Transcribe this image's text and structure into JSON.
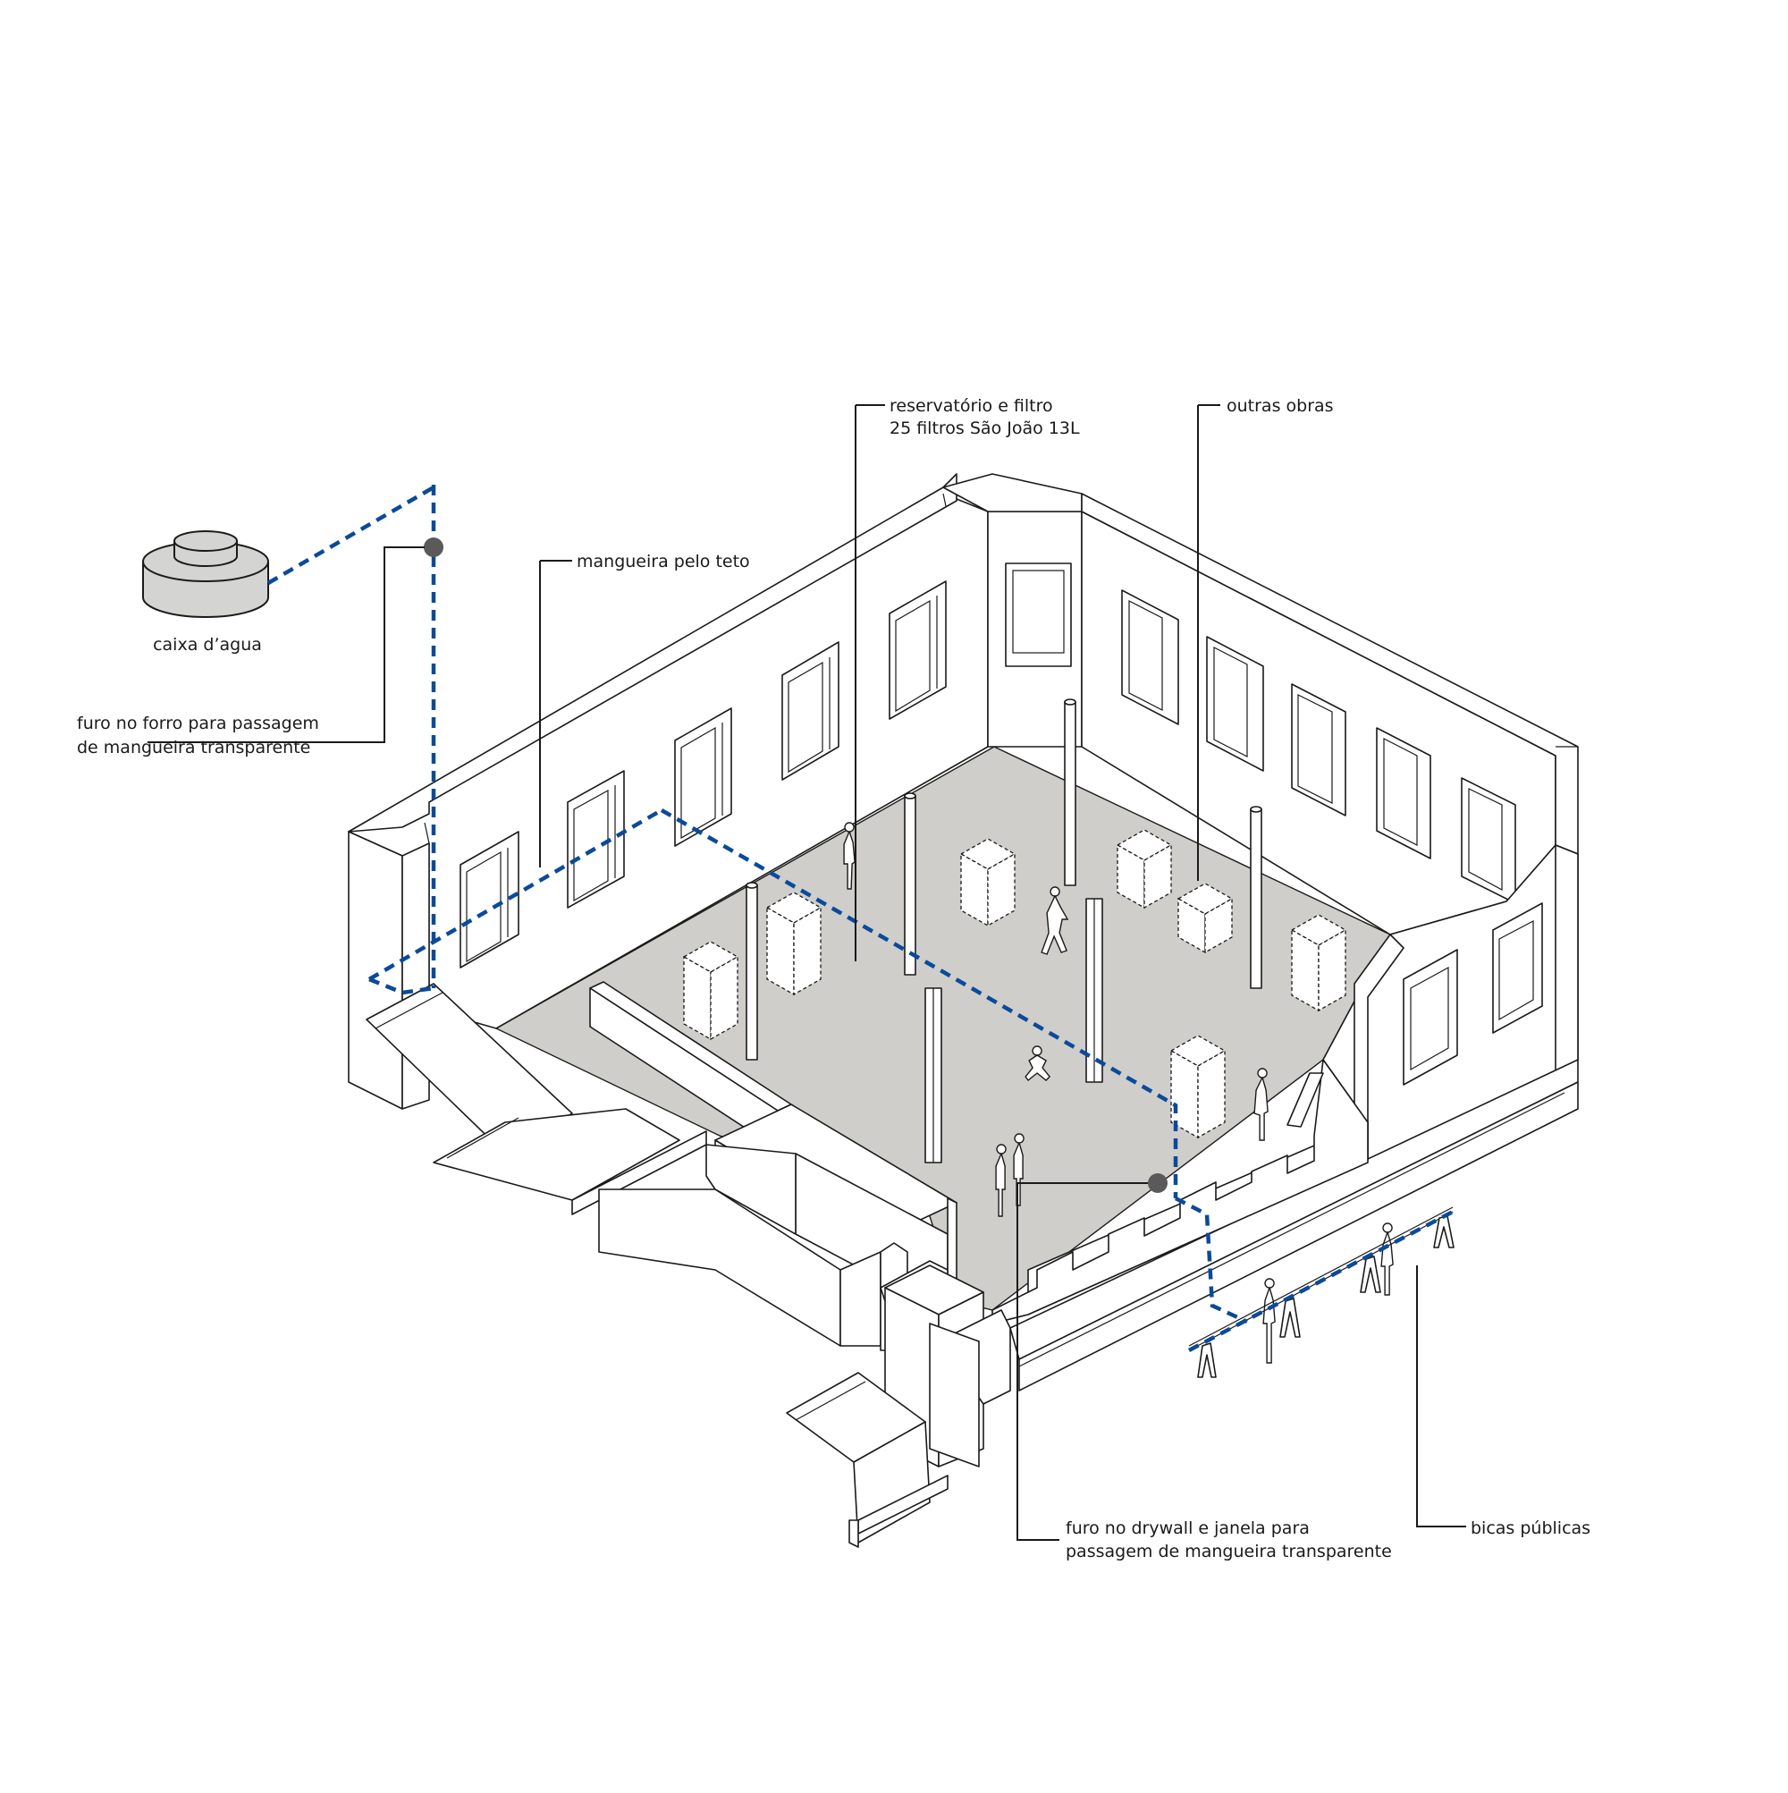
{
  "labels": {
    "tank": "caixa d’agua",
    "ceiling_hole_line1": "furo no forro para passagem",
    "ceiling_hole_line2": "de mangueira transparente",
    "hose_ceiling": "mangueira pelo teto",
    "reservoir_line1": "reservatório e filtro",
    "reservoir_line2": "25 filtros São João 13L",
    "other_works": "outras obras",
    "drywall_line1": "furo no drywall e janela para",
    "drywall_line2": "passagem de mangueira transparente",
    "public_taps": "bicas públicas"
  },
  "colors": {
    "hose": "#0b4a9a",
    "floor": "#cfcecb",
    "tank": "#d4d4d2",
    "hole_marker": "#5a5a5a",
    "line": "#1a1a1a"
  }
}
